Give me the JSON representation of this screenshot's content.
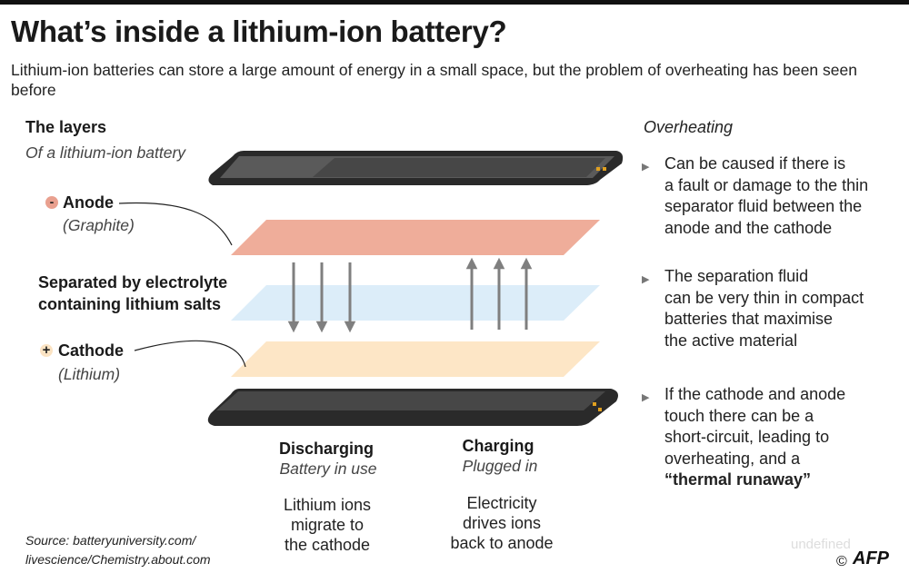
{
  "header": {
    "title": "What’s inside a lithium-ion battery?",
    "subtitle": "Lithium-ion batteries can store a large amount of energy in a small space, but the problem of overheating has been seen before"
  },
  "layers": {
    "heading": "The layers",
    "subheading": "Of a lithium-ion battery",
    "anode": {
      "sign": "-",
      "label": "Anode",
      "material": "(Graphite)"
    },
    "separator": {
      "line1": "Separated by electrolyte",
      "line2": "containing lithium salts"
    },
    "cathode": {
      "sign": "+",
      "label": "Cathode",
      "material": "(Lithium)"
    }
  },
  "discharging": {
    "title": "Discharging",
    "subtitle": "Battery in use",
    "lines": [
      "Lithium ions",
      "migrate to",
      "the cathode"
    ]
  },
  "charging": {
    "title": "Charging",
    "subtitle": "Plugged in",
    "lines": [
      "Electricity",
      "drives ions",
      "back to anode"
    ]
  },
  "overheating": {
    "heading": "Overheating",
    "bullets": [
      {
        "lines": [
          "Can be caused if there is",
          "a fault or damage to the thin",
          "separator fluid between the",
          "anode and the cathode"
        ]
      },
      {
        "lines": [
          "The separation fluid",
          "can be very thin in compact",
          "batteries that maximise",
          "the active material"
        ]
      },
      {
        "lines": [
          "If the cathode and anode",
          "touch there can be a",
          "short-circuit, leading to",
          "overheating, and a"
        ],
        "emphasis": "“thermal runaway”"
      }
    ]
  },
  "footer": {
    "source_line1": "Source: batteryuniversity.com/",
    "source_line2": "livescience/Chemistry.about.com",
    "watermark": "undefined",
    "copyright": "©",
    "logo": "AFP"
  },
  "colors": {
    "anode": "#efad9a",
    "separator": "#dcedf9",
    "cathode": "#fde6c6",
    "casing": "#2e2e2e",
    "arrows": "#7f7f7f"
  }
}
